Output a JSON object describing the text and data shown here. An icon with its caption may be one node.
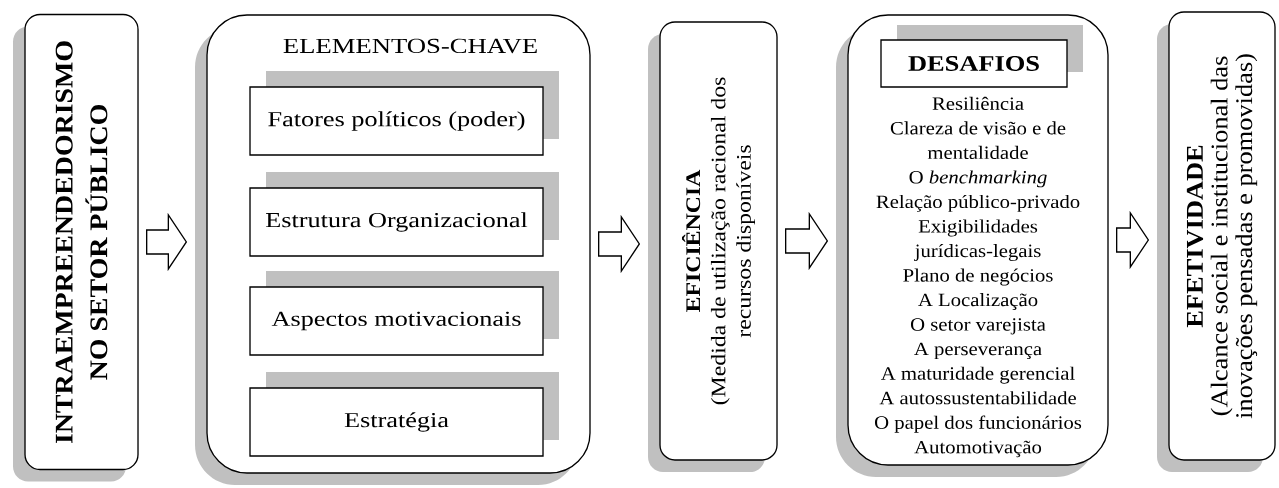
{
  "diagram": {
    "nodes": [
      {
        "text": [
          "INTRAEMPREENDEDORISMO NO SETOR PÚBLICO"
        ]
      },
      {
        "text": [
          "ELEMENTOS-CHAVE"
        ]
      },
      {
        "text": [
          "Fatores políticos (poder)"
        ],
        "in": 1
      },
      {
        "text": [
          "Estrutura Organizacional"
        ],
        "in": 1
      },
      {
        "text": [
          "Aspectos motivacionais"
        ],
        "in": 1
      },
      {
        "text": [
          "Estratégia"
        ],
        "in": 1
      },
      {
        "text": [
          "EFICIÊNCIA",
          "(Medida de utilização racional dos recursos disponíveis"
        ]
      },
      {
        "text": [
          "Resiliência",
          "Clareza de visão e de mentalidade",
          "O *benchmarking*",
          "Relação público-privado",
          "Exigibilidades jurídicas-legais",
          "Plano de negócios",
          "A Localização",
          "O setor varejista",
          "A perseverança",
          "A maturidade gerencial",
          "A autossustentabilidade",
          "O papel dos funcionários",
          "Automotivação"
        ]
      },
      {
        "text": [
          "DESAFIOS"
        ],
        "in": 7
      },
      {
        "text": [
          "EFETIVIDADE",
          "(Alcance social e institucional das inovações pensadas e promovidas)"
        ]
      }
    ],
    "edges": [
      {
        "from": 0,
        "to": 1,
        "arrow": "to"
      },
      {
        "from": 1,
        "to": 6,
        "arrow": "to"
      },
      {
        "from": 6,
        "to": 7,
        "arrow": "to"
      },
      {
        "from": 7,
        "to": 9,
        "arrow": "to"
      }
    ]
  }
}
